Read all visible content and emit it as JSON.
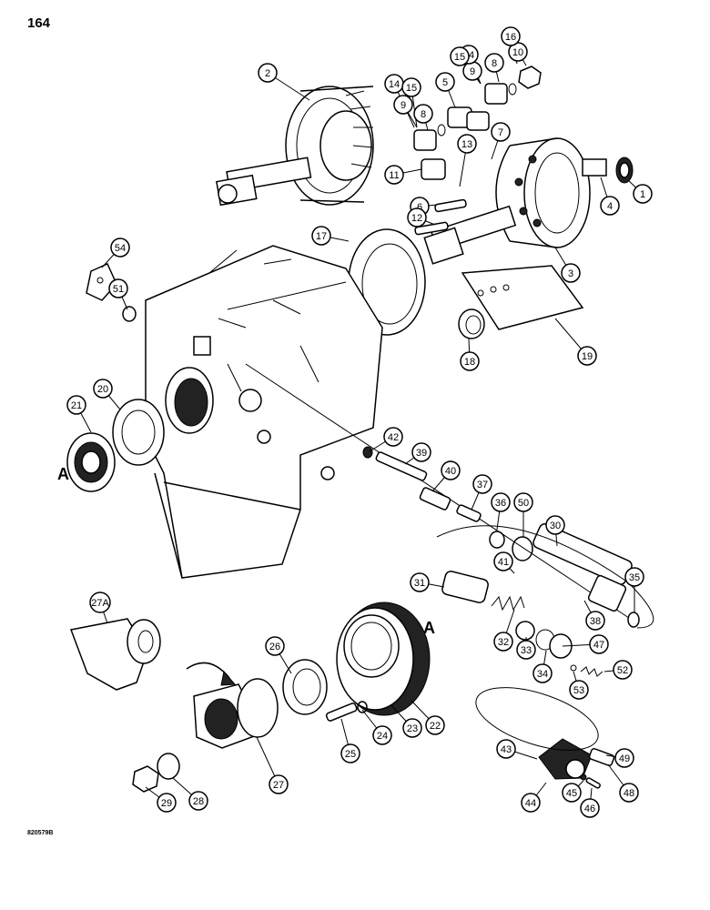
{
  "page_number": "164",
  "figure_code": "820579B",
  "section_marks": [
    "A",
    "A"
  ],
  "callouts": [
    "1",
    "2",
    "3",
    "4",
    "5",
    "6",
    "7",
    "8",
    "8",
    "9",
    "9",
    "10",
    "11",
    "12",
    "13",
    "14",
    "14",
    "15",
    "15",
    "16",
    "17",
    "18",
    "19",
    "20",
    "21",
    "22",
    "23",
    "24",
    "25",
    "26",
    "27",
    "27A",
    "28",
    "29",
    "30",
    "31",
    "32",
    "33",
    "34",
    "35",
    "36",
    "37",
    "38",
    "39",
    "40",
    "41",
    "42",
    "43",
    "44",
    "45",
    "46",
    "47",
    "48",
    "49",
    "50",
    "51",
    "52",
    "53",
    "54"
  ]
}
